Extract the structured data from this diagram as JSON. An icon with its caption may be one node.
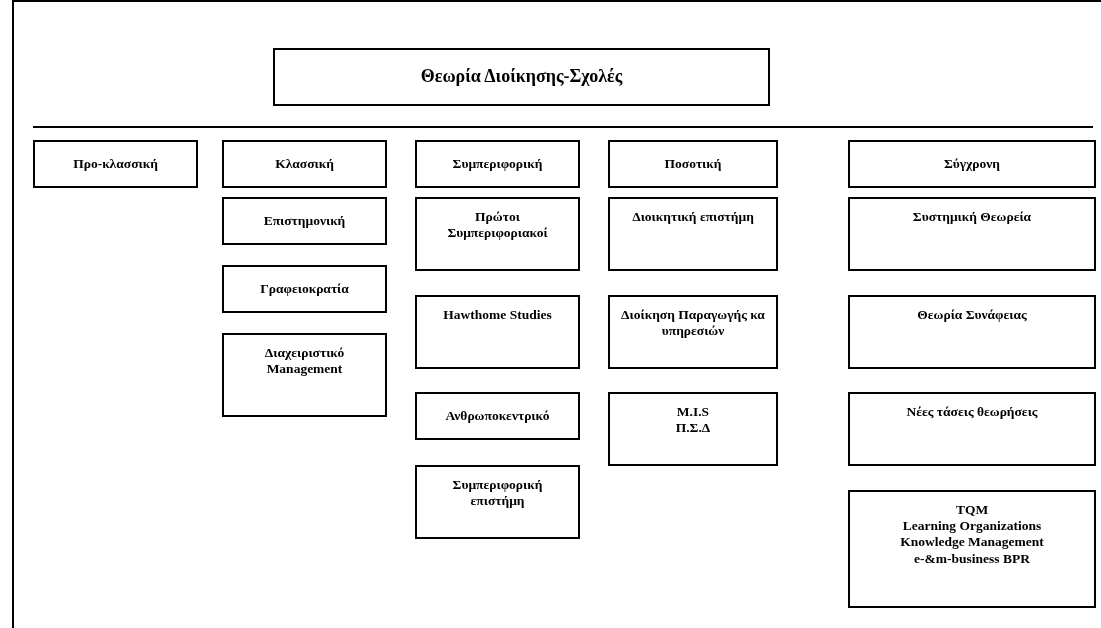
{
  "diagram": {
    "nodes": [
      {
        "text": [
          "Θεωρία Διοίκησης-Σχολές"
        ]
      },
      {
        "text": [
          "Προ-κλασσική"
        ]
      },
      {
        "text": [
          "Κλασσική"
        ]
      },
      {
        "text": [
          "Επιστημονική"
        ]
      },
      {
        "text": [
          "Γραφειοκρατία"
        ]
      },
      {
        "text": [
          "Διαχειριστικό Management"
        ]
      },
      {
        "text": [
          "Συμπεριφορική"
        ]
      },
      {
        "text": [
          "Πρώτοι Συμπεριφοριακοί"
        ]
      },
      {
        "text": [
          "Hawthome Studies"
        ]
      },
      {
        "text": [
          "Ανθρωποκεντρικό"
        ]
      },
      {
        "text": [
          "Συμπεριφορική επιστήμη"
        ]
      },
      {
        "text": [
          "Ποσοτική"
        ]
      },
      {
        "text": [
          "Διοικητική επιστήμη"
        ]
      },
      {
        "text": [
          "Διοίκηση Παραγωγής κα υπηρεσιών"
        ]
      },
      {
        "text": [
          "M.I.S",
          "Π.Σ.Δ"
        ]
      },
      {
        "text": [
          "Σύγχρονη"
        ]
      },
      {
        "text": [
          "Συστημική Θεωρεία"
        ]
      },
      {
        "text": [
          "Θεωρία Συνάφειας"
        ]
      },
      {
        "text": [
          "Νέες τάσεις θεωρήσεις"
        ]
      },
      {
        "text": [
          "TQM",
          "Learning Organizations",
          "Knowledge Management",
          "e-&m-business BPR"
        ]
      }
    ],
    "edges": []
  }
}
